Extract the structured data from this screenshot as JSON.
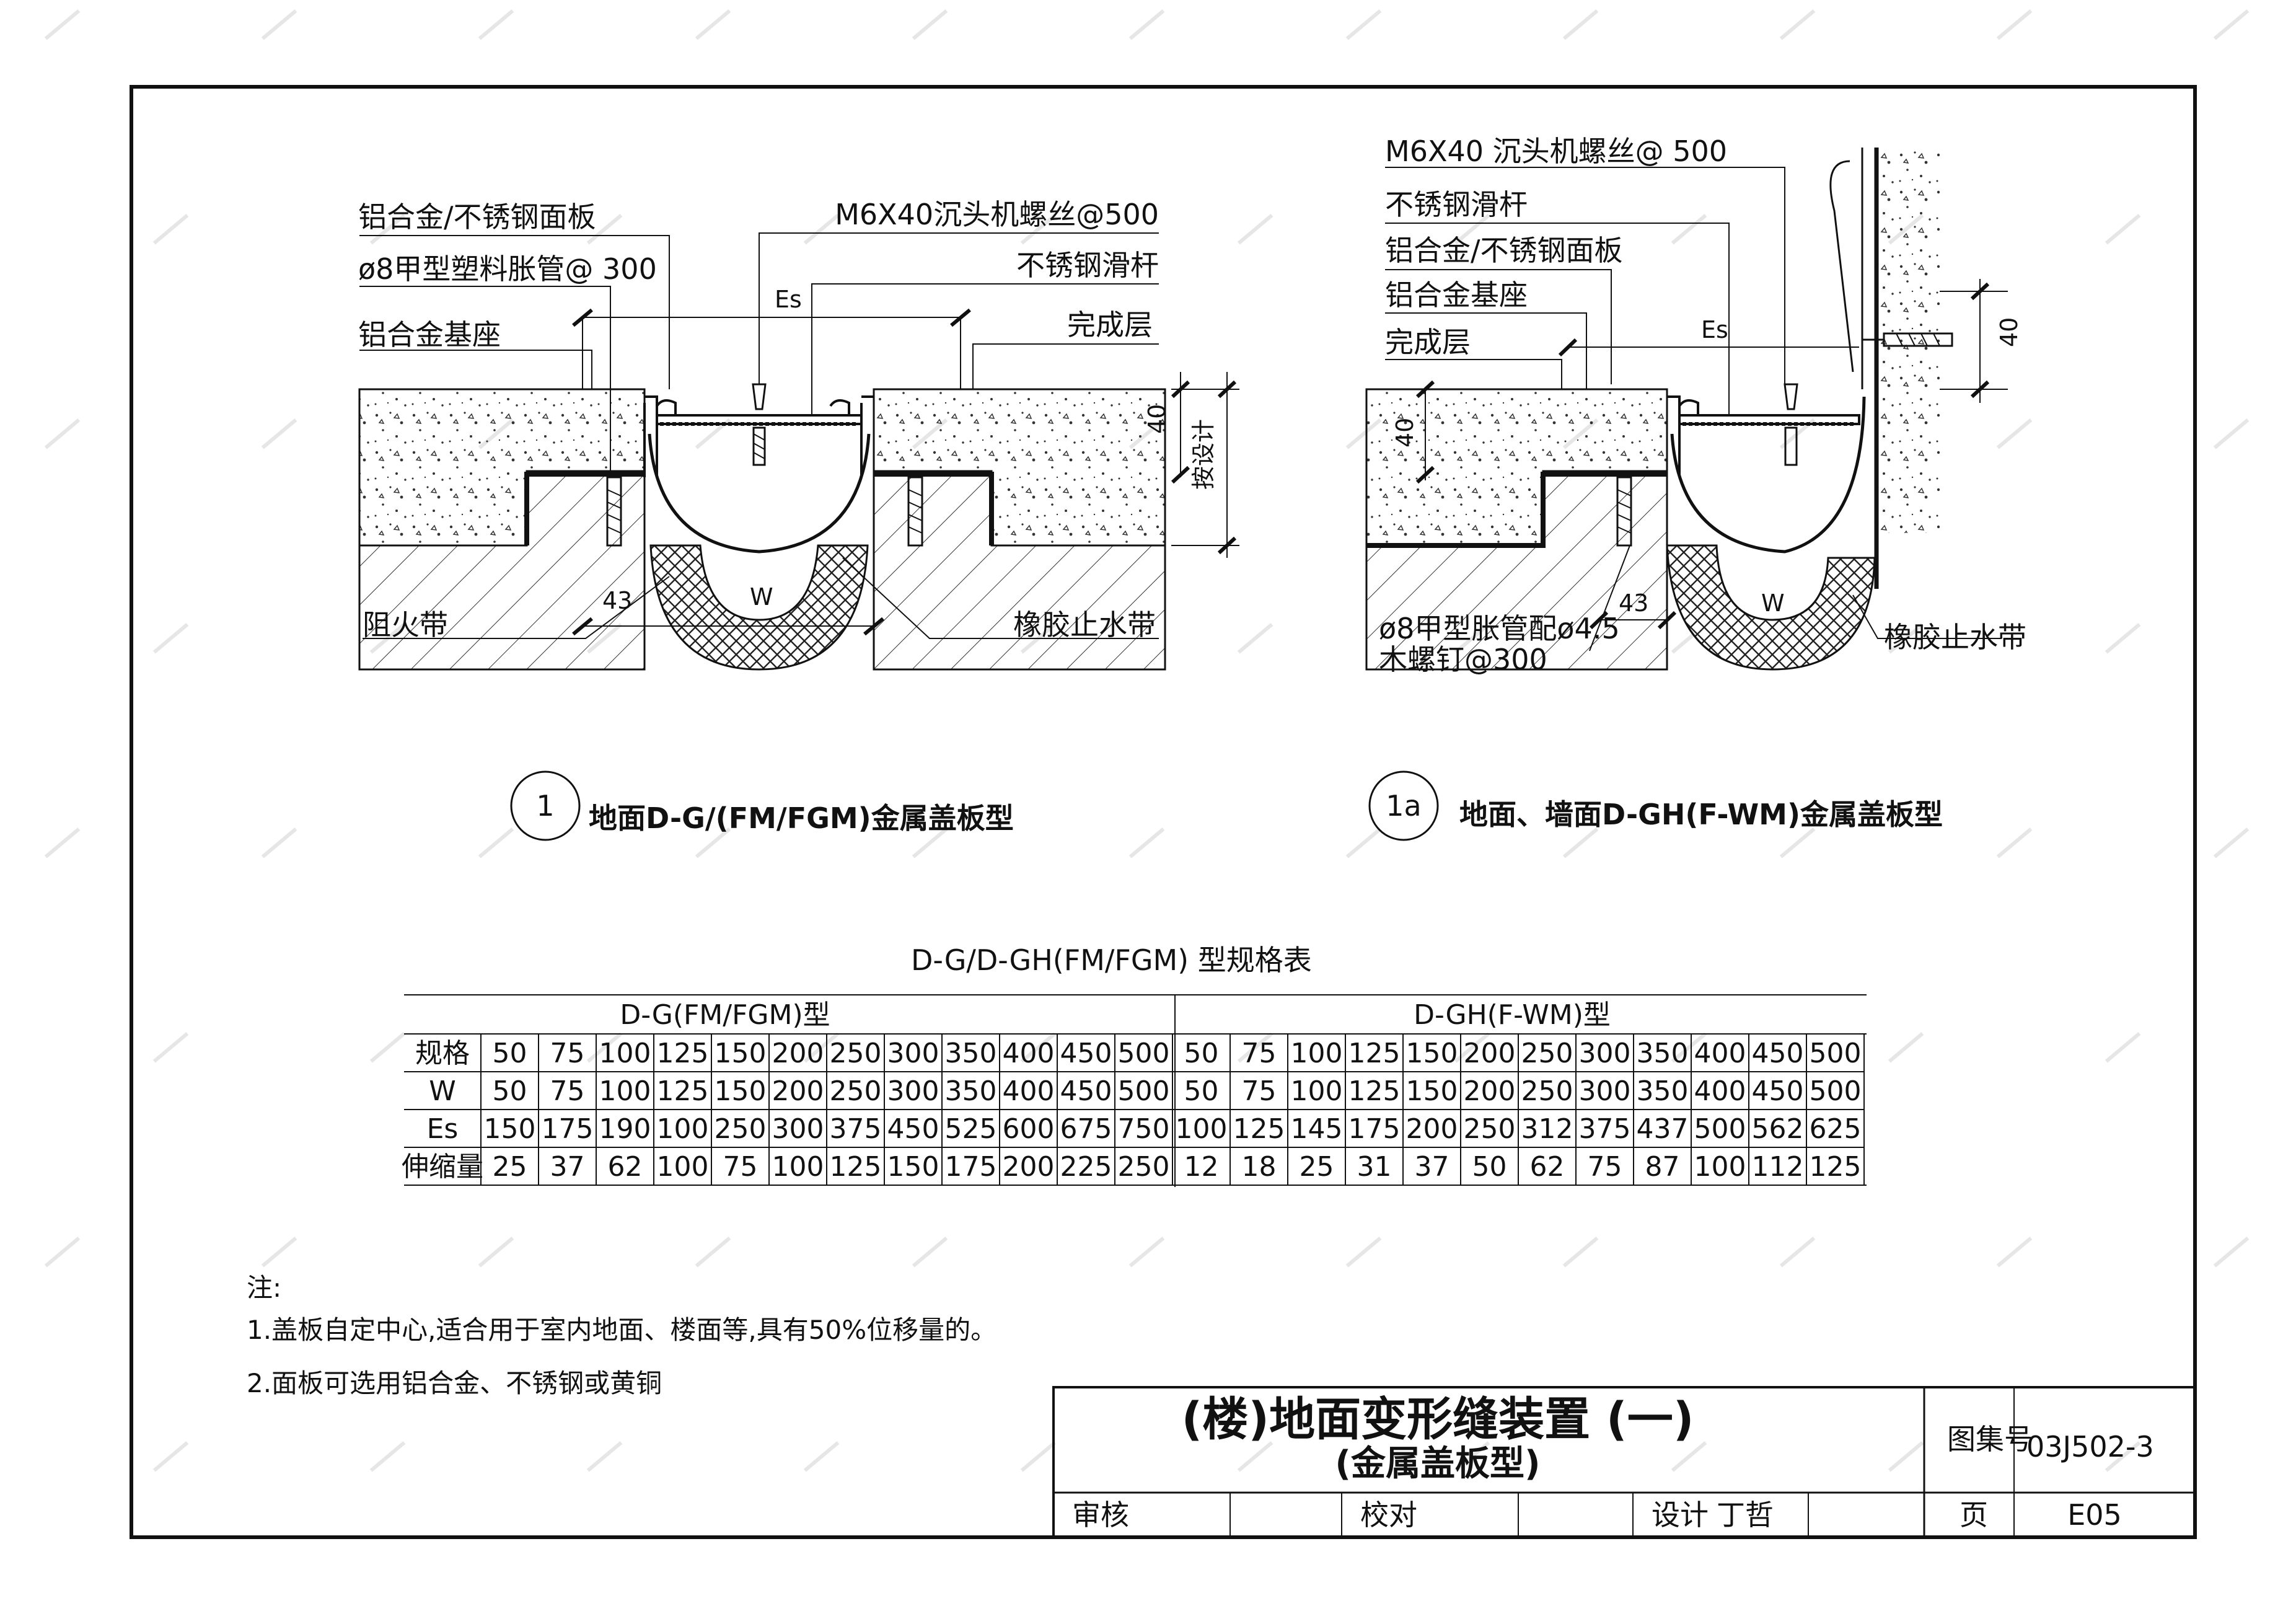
{
  "detail_1": {
    "labels": {
      "face_plate": "铝合金/不锈钢面板",
      "anchor": "ø8甲型塑料胀管@ 300",
      "base": "铝合金基座",
      "screw": "M6X40沉头机螺丝@500",
      "slide_bar": "不锈钢滑杆",
      "finish": "完成层",
      "fire_barrier": "阻火带",
      "water_stop": "橡胶止水带",
      "dim_es": "Es",
      "dim_40": "40",
      "dim_43": "43",
      "dim_w": "W",
      "dim_design": "按设计"
    },
    "marker": "1",
    "caption": "地面D-G/(FM/FGM)金属盖板型"
  },
  "detail_1a": {
    "labels": {
      "screw": "M6X40 沉头机螺丝@ 500",
      "slide_bar": "不锈钢滑杆",
      "face_plate": "铝合金/不锈钢面板",
      "base": "铝合金基座",
      "finish": "完成层",
      "anchor_line1": "ø8甲型胀管配ø4.5",
      "anchor_line2": "木螺钉@300",
      "water_stop": "橡胶止水带",
      "dim_es": "Es",
      "dim_40_left": "40",
      "dim_40_right": "40",
      "dim_43": "43",
      "dim_w": "W"
    },
    "marker": "1a",
    "caption": "地面、墙面D-GH(F-WM)金属盖板型"
  },
  "spec_table": {
    "title": "D-G/D-GH(FM/FGM)  型规格表",
    "group_left": "D-G(FM/FGM)型",
    "group_right": "D-GH(F-WM)型",
    "rows": [
      {
        "label": "规格",
        "values": [
          "50",
          "75",
          "100",
          "125",
          "150",
          "200",
          "250",
          "300",
          "350",
          "400",
          "450",
          "500",
          "50",
          "75",
          "100",
          "125",
          "150",
          "200",
          "250",
          "300",
          "350",
          "400",
          "450",
          "500"
        ]
      },
      {
        "label": "W",
        "values": [
          "50",
          "75",
          "100",
          "125",
          "150",
          "200",
          "250",
          "300",
          "350",
          "400",
          "450",
          "500",
          "50",
          "75",
          "100",
          "125",
          "150",
          "200",
          "250",
          "300",
          "350",
          "400",
          "450",
          "500"
        ]
      },
      {
        "label": "Es",
        "values": [
          "150",
          "175",
          "190",
          "100",
          "250",
          "300",
          "375",
          "450",
          "525",
          "600",
          "675",
          "750",
          "100",
          "125",
          "145",
          "175",
          "200",
          "250",
          "312",
          "375",
          "437",
          "500",
          "562",
          "625"
        ]
      },
      {
        "label": "伸缩量",
        "values": [
          "25",
          "37",
          "62",
          "100",
          "75",
          "100",
          "125",
          "150",
          "175",
          "200",
          "225",
          "250",
          "12",
          "18",
          "25",
          "31",
          "37",
          "50",
          "62",
          "75",
          "87",
          "100",
          "112",
          "125"
        ]
      }
    ]
  },
  "notes": {
    "heading": "注:",
    "items": [
      "1.盖板自定中心,适合用于室内地面、楼面等,具有50%位移量的。",
      "2.面板可选用铝合金、不锈钢或黄铜"
    ]
  },
  "title_block": {
    "title_line1": "(楼)地面变形缝装置  (一)",
    "title_line2": "(金属盖板型)",
    "atlas_label": "图集号",
    "atlas_no": "03J502-3",
    "review_label": "审核",
    "check_label": "校对",
    "design_label": "设计",
    "designer": "丁哲",
    "page_label": "页",
    "page_no": "E05"
  },
  "colors": {
    "line": "#111111",
    "rubber": "#222222"
  }
}
